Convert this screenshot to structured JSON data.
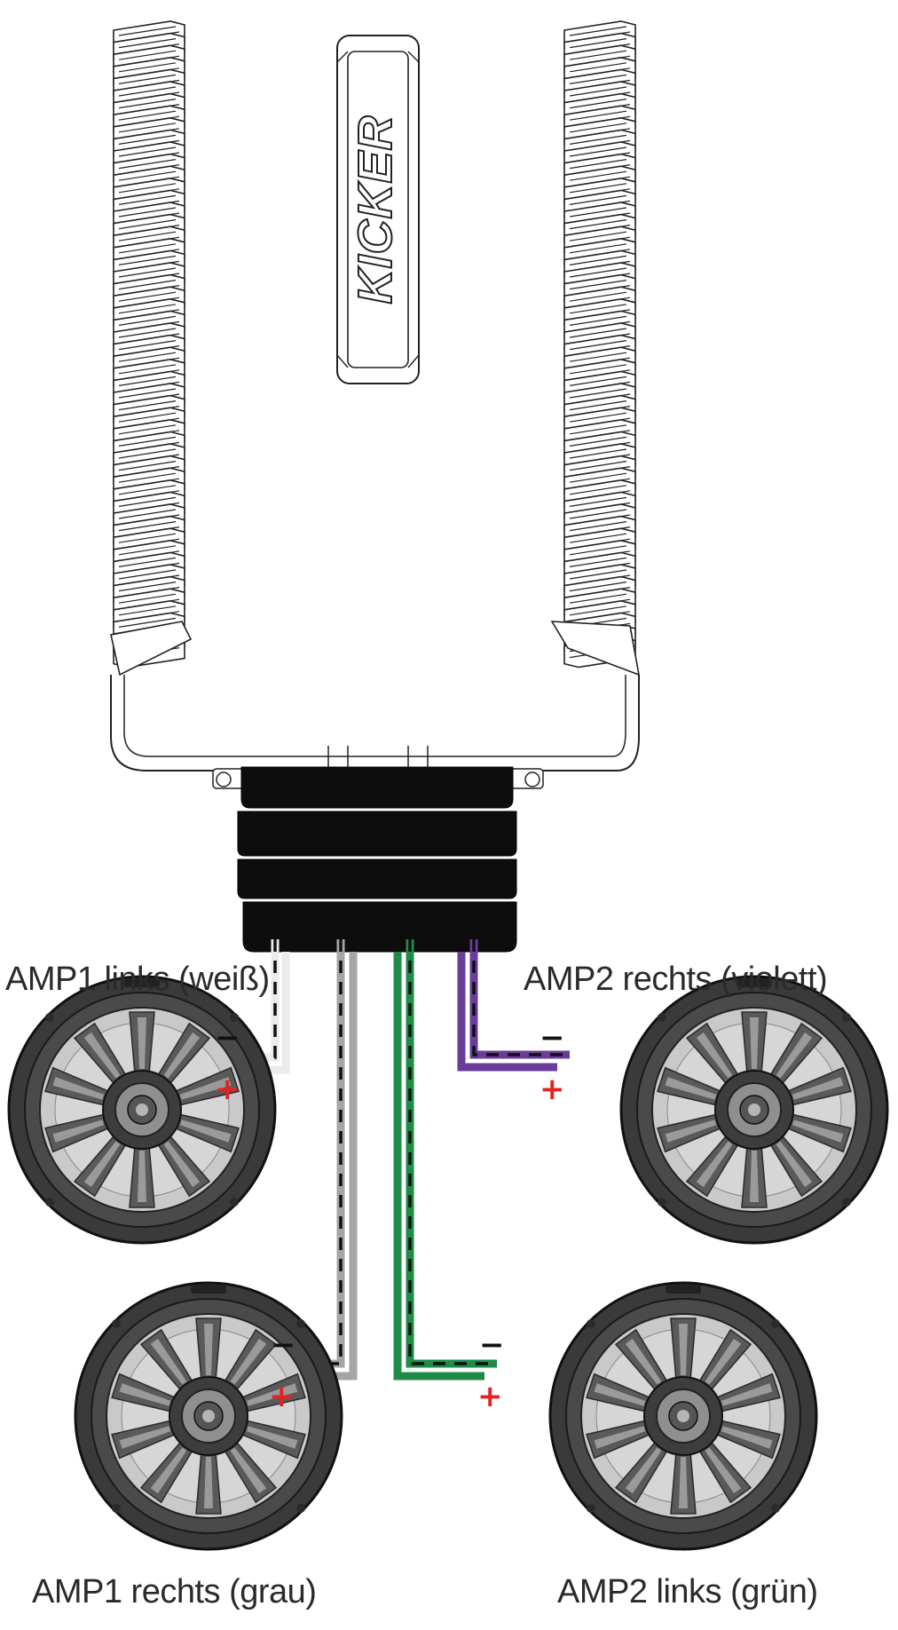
{
  "amplifier": {
    "brand": "KICKER",
    "body_color": "#ffffff",
    "outline_color": "#222222",
    "harness_color": "#0d0d0d"
  },
  "channels": [
    {
      "id": "amp1-left",
      "label": "AMP1 links (weiß)",
      "wire_color": "#ebebeb"
    },
    {
      "id": "amp1-right",
      "label": "AMP1 rechts (grau)",
      "wire_color": "#a5a5a5"
    },
    {
      "id": "amp2-left",
      "label": "AMP2 links (grün)",
      "wire_color": "#1e8c46"
    },
    {
      "id": "amp2-right",
      "label": "AMP2 rechts (violett)",
      "wire_color": "#6a3d9a"
    }
  ],
  "terminals": {
    "negative": "−",
    "positive": "+",
    "negative_color": "#111111",
    "positive_color": "#e02424"
  },
  "icons": {
    "amplifier": "amplifier-icon",
    "speaker": "speaker-icon"
  }
}
